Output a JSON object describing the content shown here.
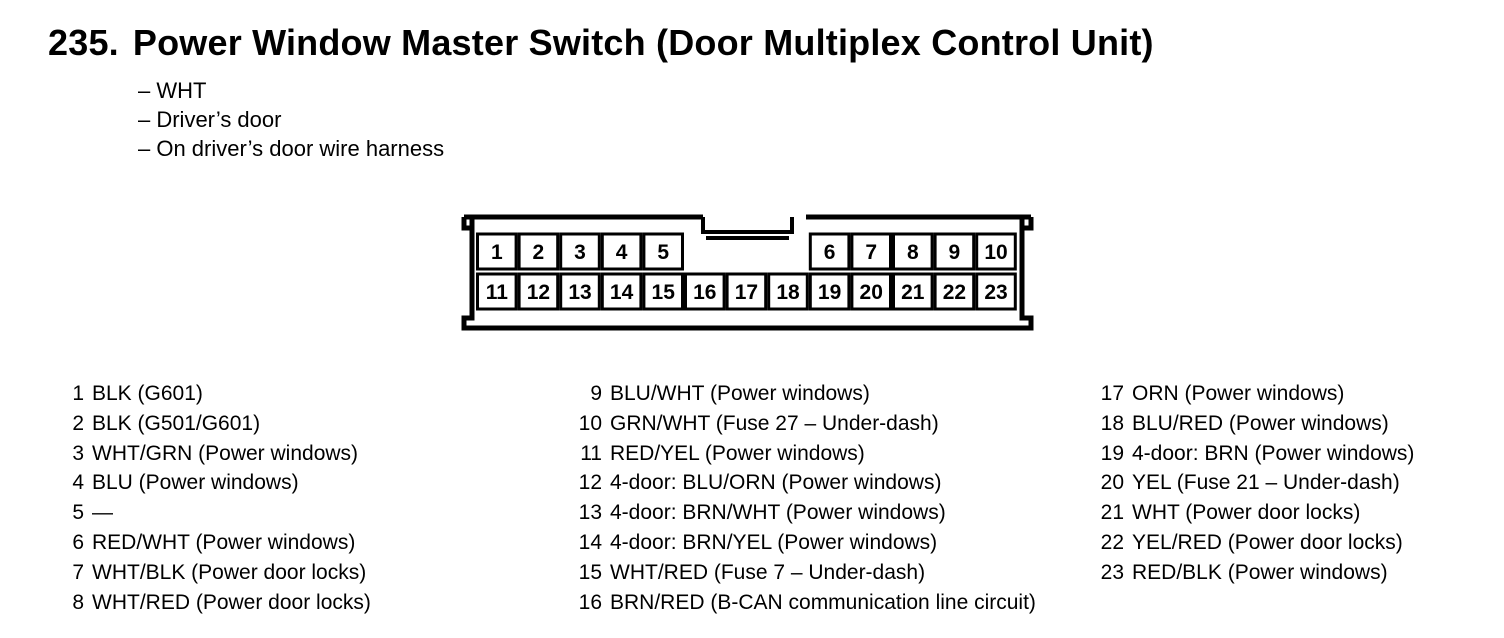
{
  "header": {
    "number": "235.",
    "title": "Power Window Master Switch (Door Multiplex Control Unit)"
  },
  "info": [
    "– WHT",
    "– Driver’s door",
    "– On driver’s door wire harness"
  ],
  "connector": {
    "top_row": [
      "1",
      "2",
      "3",
      "4",
      "5",
      "",
      "6",
      "7",
      "8",
      "9",
      "10"
    ],
    "bottom_row": [
      "11",
      "12",
      "13",
      "14",
      "15",
      "16",
      "17",
      "18",
      "19",
      "20",
      "21",
      "22",
      "23"
    ]
  },
  "pinout": {
    "col1": [
      {
        "pin": "1",
        "desc": "BLK (G601)"
      },
      {
        "pin": "2",
        "desc": "BLK (G501/G601)"
      },
      {
        "pin": "3",
        "desc": "WHT/GRN (Power windows)"
      },
      {
        "pin": "4",
        "desc": "BLU (Power windows)"
      },
      {
        "pin": "5",
        "desc": "—"
      },
      {
        "pin": "6",
        "desc": "RED/WHT (Power windows)"
      },
      {
        "pin": "7",
        "desc": "WHT/BLK (Power door locks)"
      },
      {
        "pin": "8",
        "desc": "WHT/RED (Power door locks)"
      }
    ],
    "col2": [
      {
        "pin": "9",
        "desc": "BLU/WHT (Power windows)"
      },
      {
        "pin": "10",
        "desc": "GRN/WHT (Fuse 27 – Under-dash)"
      },
      {
        "pin": "11",
        "desc": "RED/YEL (Power windows)"
      },
      {
        "pin": "12",
        "desc": "4-door: BLU/ORN (Power windows)"
      },
      {
        "pin": "13",
        "desc": "4-door: BRN/WHT (Power windows)"
      },
      {
        "pin": "14",
        "desc": "4-door: BRN/YEL (Power windows)"
      },
      {
        "pin": "15",
        "desc": "WHT/RED (Fuse 7 – Under-dash)"
      },
      {
        "pin": "16",
        "desc": "BRN/RED (B-CAN communication line circuit)"
      }
    ],
    "col3": [
      {
        "pin": "17",
        "desc": "ORN (Power windows)"
      },
      {
        "pin": "18",
        "desc": "BLU/RED (Power windows)"
      },
      {
        "pin": "19",
        "desc": "4-door: BRN (Power windows)"
      },
      {
        "pin": "20",
        "desc": "YEL (Fuse 21 – Under-dash)"
      },
      {
        "pin": "21",
        "desc": "WHT (Power door locks)"
      },
      {
        "pin": "22",
        "desc": "YEL/RED (Power door locks)"
      },
      {
        "pin": "23",
        "desc": "RED/BLK (Power windows)"
      }
    ]
  }
}
